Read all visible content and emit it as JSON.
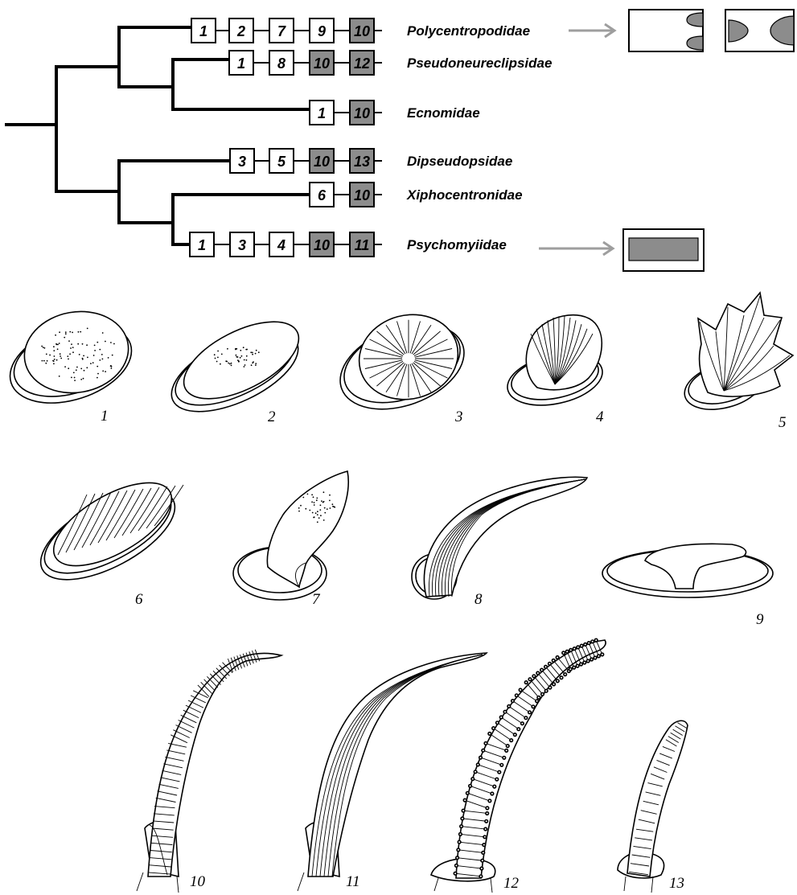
{
  "tree": {
    "taxa": [
      {
        "name": "Polycentropodidae",
        "characters": [
          "1",
          "2",
          "7",
          "9",
          "10"
        ],
        "derived": [
          "10"
        ]
      },
      {
        "name": "Pseudoneureclipsidae",
        "characters": [
          "1",
          "8",
          "10",
          "12"
        ],
        "derived": [
          "10",
          "12"
        ]
      },
      {
        "name": "Ecnomidae",
        "characters": [
          "1",
          "10"
        ],
        "derived": [
          "10"
        ]
      },
      {
        "name": "Dipseudopsidae",
        "characters": [
          "3",
          "5",
          "10",
          "13"
        ],
        "derived": [
          "10",
          "13"
        ]
      },
      {
        "name": "Xiphocentronidae",
        "characters": [
          "6",
          "10"
        ],
        "derived": [
          "10"
        ]
      },
      {
        "name": "Psychomyiidae",
        "characters": [
          "1",
          "3",
          "4",
          "10",
          "11"
        ],
        "derived": [
          "10",
          "11"
        ]
      }
    ],
    "colors": {
      "derived_box": "#8c8c8c",
      "arrow": "#9e9e9e",
      "plate_fill": "#8c8c8c"
    }
  },
  "figure_labels": {
    "f1": "1",
    "f2": "2",
    "f3": "3",
    "f4": "4",
    "f5": "5",
    "f6": "6",
    "f7": "7",
    "f8": "8",
    "f9": "9",
    "f10": "10",
    "f11": "11",
    "f12": "12",
    "f13": "13"
  }
}
